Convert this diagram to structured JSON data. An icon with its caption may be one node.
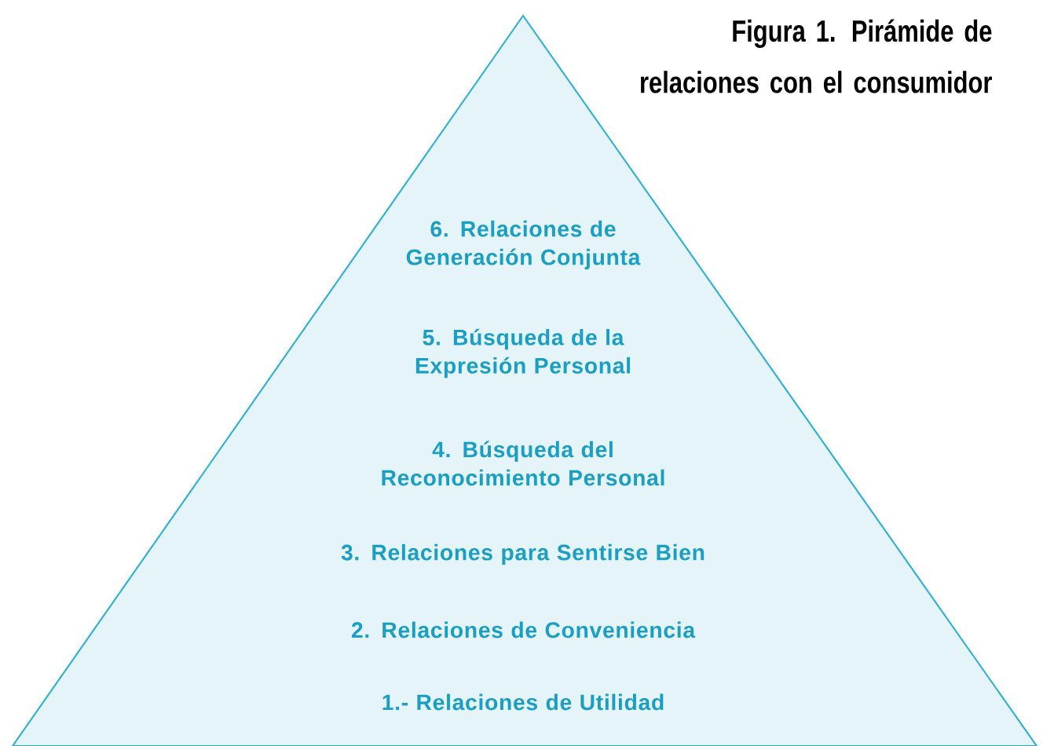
{
  "diagram": {
    "title": "Figura 1. Pirámide de relaciones con el consumidor",
    "nodes": [
      {
        "text": [
          "6. Relaciones de Generación Conjunta",
          "5. Búsqueda de la Expresión Personal",
          "4. Búsqueda del Reconocimiento Personal",
          "3. Relaciones para Sentirse Bien",
          "2. Relaciones de Conveniencia",
          "1.- Relaciones de Utilidad"
        ]
      }
    ]
  }
}
